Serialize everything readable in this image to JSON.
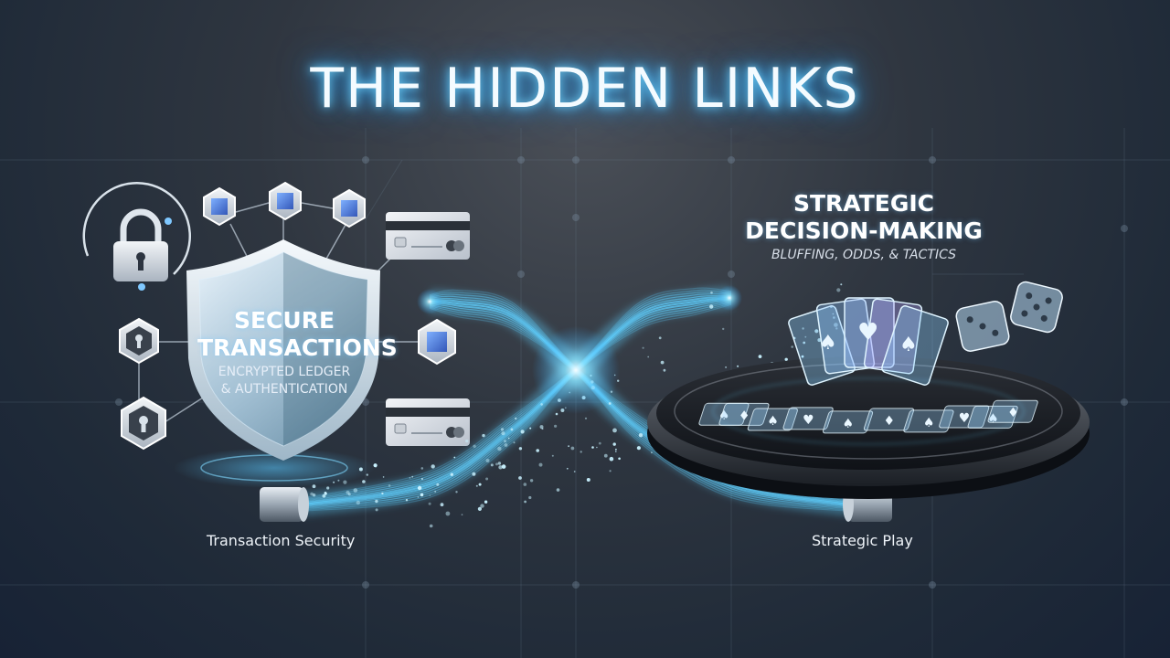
{
  "title": "THE HIDDEN LINKS",
  "left_panel": {
    "heading": "SECURE TRANSACTIONS",
    "heading_lines": [
      "SECURE",
      "TRANSACTIONS"
    ],
    "subheading_lines": [
      "ENCRYPTED LEDGER",
      "& AUTHENTICATION"
    ],
    "caption": "Transaction Security"
  },
  "right_panel": {
    "heading_lines": [
      "STRATEGIC",
      "DECISION-MAKING"
    ],
    "subheading": "BLUFFING, ODDS, & TACTICS",
    "caption": "Strategic Play"
  },
  "icons": [
    "padlock-icon",
    "shield-icon",
    "hexagon-node-icon",
    "keyhole-icon",
    "credit-card-icon",
    "playing-cards-icon",
    "dice-icon"
  ],
  "colors": {
    "glow": "#5fd0ff",
    "background_top": "#4a4f57",
    "background_bottom": "#172235",
    "accent_node": "#5b8ee8"
  }
}
